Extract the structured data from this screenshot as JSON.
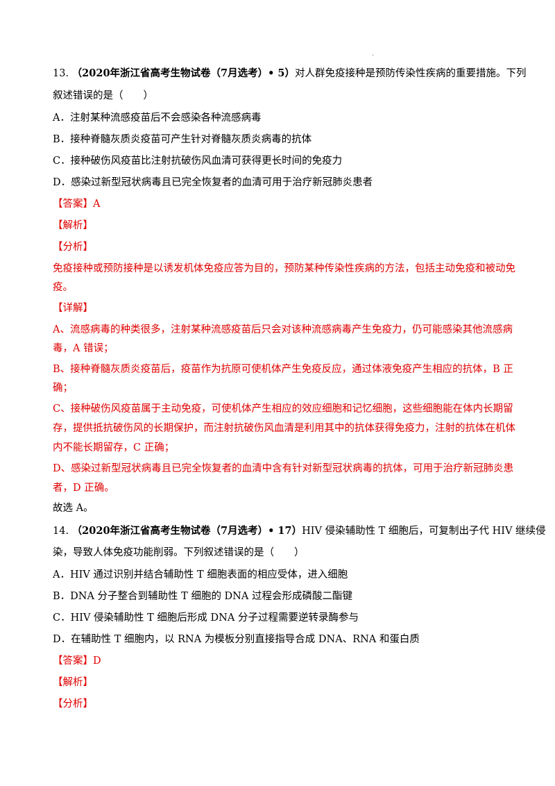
{
  "page_dot": ".",
  "q13": {
    "number": "13.",
    "source": "（2020年浙江省高考生物试卷（7月选考）• 5）",
    "stem_1": "对人群免疫接种是预防传染性疾病的重要措施。下列",
    "stem_2": "叙述错误的是（　　）",
    "options": [
      "A．注射某种流感疫苗后不会感染各种流感病毒",
      "B．接种脊髓灰质炎疫苗可产生针对脊髓灰质炎病毒的抗体",
      "C．接种破伤风疫苗比注射抗破伤风血清可获得更长时间的免疫力",
      "D．感染过新型冠状病毒且已完全恢复者的血清可用于治疗新冠肺炎患者"
    ],
    "answer_label": "【答案】",
    "answer": "A",
    "jiexi": "【解析】",
    "fenxi": "【分析】",
    "analysis": [
      "免疫接种或预防接种是以诱发机体免疫应答为目的，预防某种传染性疾病的方法，包括主动免疫和被动免",
      "疫。"
    ],
    "xiangjie": "【详解】",
    "details": [
      "A、流感病毒的种类很多，注射某种流感疫苗后只会对该种流感病毒产生免疫力，仍可能感染其他流感病",
      "毒，A 错误；",
      "B、接种脊髓灰质炎疫苗后，疫苗作为抗原可使机体产生免疫反应，通过体液免疫产生相应的抗体，B 正",
      "确；",
      "C、接种破伤风疫苗属于主动免疫，可使机体产生相应的效应细胞和记忆细胞，这些细胞能在体内长期留",
      "存，提供抵抗破伤风的长期保护，而注射抗破伤风血清是利用其中的抗体获得免疫力，注射的抗体在机体",
      "内不能长期留存，C 正确；",
      "D、感染过新型冠状病毒且已完全恢复者的血清中含有针对新型冠状病毒的抗体，可用于治疗新冠肺炎患",
      "者，D 正确。"
    ],
    "conclusion": "故选 A。"
  },
  "q14": {
    "number": "14.",
    "source": "（2020年浙江省高考生物试卷（7月选考）• 17）",
    "stem_1": "HIV 侵染辅助性 T 细胞后，可复制出子代 HIV 继续侵",
    "stem_2": "染，导致人体免疫功能削弱。下列叙述错误的是（　　）",
    "options": [
      "A．HIV 通过识别并结合辅助性 T 细胞表面的相应受体，进入细胞",
      "B．DNA 分子整合到辅助性 T 细胞的 DNA 过程会形成磷酸二酯键",
      "C．HIV 侵染辅助性 T 细胞后形成 DNA 分子过程需要逆转录酶参与",
      "D．在辅助性 T 细胞内，以 RNA 为模板分别直接指导合成 DNA、RNA 和蛋白质"
    ],
    "answer_label": "【答案】",
    "answer": "D",
    "jiexi": "【解析】",
    "fenxi": "【分析】"
  }
}
